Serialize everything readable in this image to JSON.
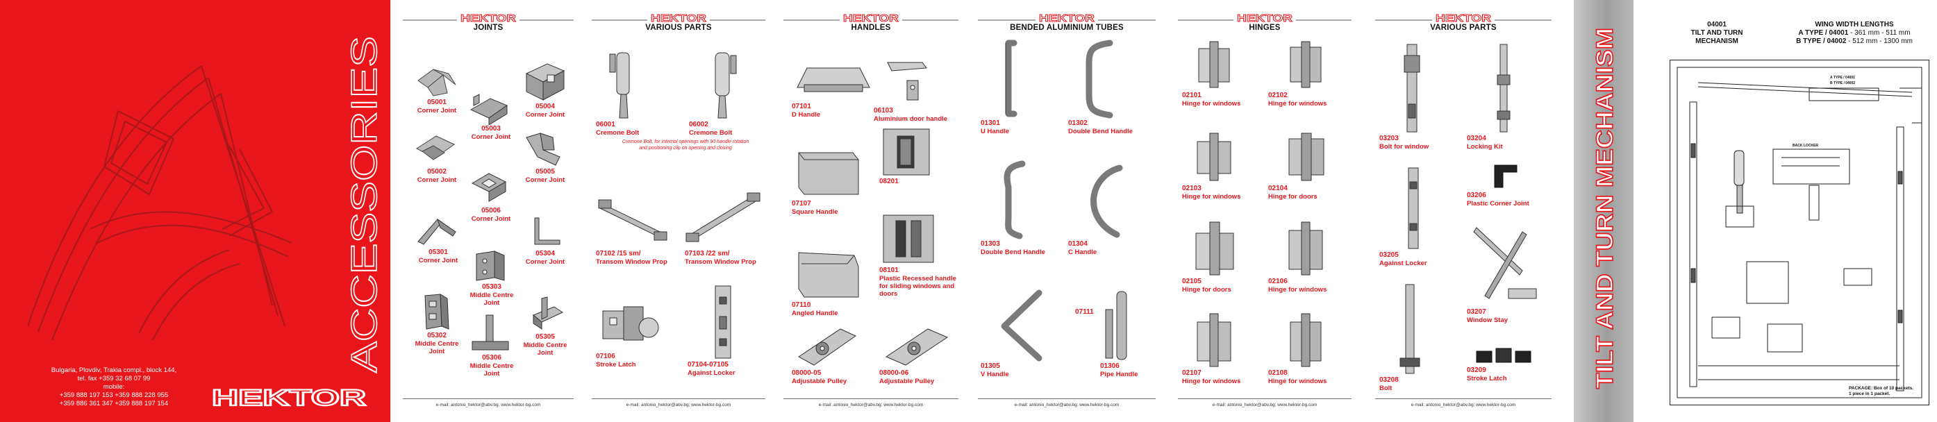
{
  "cover": {
    "title": "ACCESSORIES",
    "brand": "HEKTOR",
    "address": [
      "Bulgaria, Plovdiv, Trakia compl., block 144,",
      "tel. fax +359 32 68 07 99",
      "mobile:",
      "+359 888 197 153      +359 888 228 955",
      "+359 886 361 347      +359 888 197 154"
    ]
  },
  "brand_small": "HEKTOR",
  "footer_email": "e-mail: antonio_hektor@abv.bg; www.hektor-bg.com",
  "panels": [
    {
      "title": "JOINTS",
      "items": [
        {
          "code": "05001",
          "label": "Corner Joint"
        },
        {
          "code": "05003",
          "label": "Corner Joint"
        },
        {
          "code": "05004",
          "label": "Corner Joint"
        },
        {
          "code": "05002",
          "label": "Corner Joint"
        },
        {
          "code": "05005",
          "label": "Corner Joint"
        },
        {
          "code": "05006",
          "label": "Corner Joint"
        },
        {
          "code": "05301",
          "label": "Corner Joint"
        },
        {
          "code": "05304",
          "label": "Corner Joint"
        },
        {
          "code": "05303",
          "label": "Middle Centre Joint"
        },
        {
          "code": "05302",
          "label": "Middle Centre Joint"
        },
        {
          "code": "05306",
          "label": "Middle Centre Joint"
        },
        {
          "code": "05305",
          "label": "Middle Centre Joint"
        }
      ]
    },
    {
      "title": "VARIOUS PARTS",
      "note": "Cremone Bolt, for internal openings with 90 handle rotation and positioning clip on opening and closing",
      "items": [
        {
          "code": "06001",
          "label": "Cremone Bolt"
        },
        {
          "code": "06002",
          "label": "Cremone Bolt"
        },
        {
          "code": "07102 /15 sm/",
          "label": "Transom Window Prop"
        },
        {
          "code": "07103 /22 sm/",
          "label": "Transom Window Prop"
        },
        {
          "code": "07106",
          "label": "Stroke Latch"
        },
        {
          "code": "07104-07105",
          "label": "Against Locker"
        }
      ]
    },
    {
      "title": "HANDLES",
      "items": [
        {
          "code": "07101",
          "label": "D Handle"
        },
        {
          "code": "06103",
          "label": "Aluminium door handle"
        },
        {
          "code": "08201",
          "label": ""
        },
        {
          "code": "07107",
          "label": "Square Handle"
        },
        {
          "code": "08101",
          "label": "Plastic Recessed handle for sliding windows and doors"
        },
        {
          "code": "07110",
          "label": "Angled Handle"
        },
        {
          "code": "08000-05",
          "label": "Adjustable Pulley"
        },
        {
          "code": "08000-06",
          "label": "Adjustable Pulley"
        }
      ]
    },
    {
      "title": "BENDED ALUMINIUM TUBES",
      "items": [
        {
          "code": "01301",
          "label": "U Handle"
        },
        {
          "code": "01302",
          "label": "Double Bend Handle"
        },
        {
          "code": "01303",
          "label": "Double Bend Handle"
        },
        {
          "code": "01304",
          "label": "C Handle"
        },
        {
          "code": "07111",
          "label": ""
        },
        {
          "code": "01305",
          "label": "V Handle"
        },
        {
          "code": "01306",
          "label": "Pipe Handle"
        }
      ]
    },
    {
      "title": "HINGES",
      "items": [
        {
          "code": "02101",
          "label": "Hinge for windows"
        },
        {
          "code": "02102",
          "label": "Hinge for windows"
        },
        {
          "code": "02103",
          "label": "Hinge for windows"
        },
        {
          "code": "02104",
          "label": "Hinge for doors"
        },
        {
          "code": "02105",
          "label": "Hinge for doors"
        },
        {
          "code": "02106",
          "label": "Hinge for windows"
        },
        {
          "code": "02107",
          "label": "Hinge for windows"
        },
        {
          "code": "02108",
          "label": "Hinge for windows"
        }
      ]
    },
    {
      "title": "VARIOUS PARTS",
      "items": [
        {
          "code": "03203",
          "label": "Bolt for window"
        },
        {
          "code": "03204",
          "label": "Locking Kit"
        },
        {
          "code": "03206",
          "label": "Plastic Corner Joint"
        },
        {
          "code": "03205",
          "label": "Against Locker"
        },
        {
          "code": "03207",
          "label": "Window Stay"
        },
        {
          "code": "03208",
          "label": "Bolt"
        },
        {
          "code": "03209",
          "label": "Stroke Latch"
        }
      ]
    }
  ],
  "spine": {
    "title": "TILT AND TURN MECHANISM"
  },
  "tech": {
    "code": "04001",
    "name_line1": "TILT AND TURN",
    "name_line2": "MECHANISM",
    "wing_title": "WING WIDTH LENGTHS",
    "type_a": "A TYPE / 04001",
    "type_a_range": "- 361 mm - 511 mm",
    "type_b": "B TYPE / 04002",
    "type_b_range": "- 512 mm - 1300 mm",
    "back_locker": "BACK LOCKER",
    "package_line1": "PACKAGE: Box of 10 packets.",
    "package_line2": "1 piece in 1 packet."
  }
}
